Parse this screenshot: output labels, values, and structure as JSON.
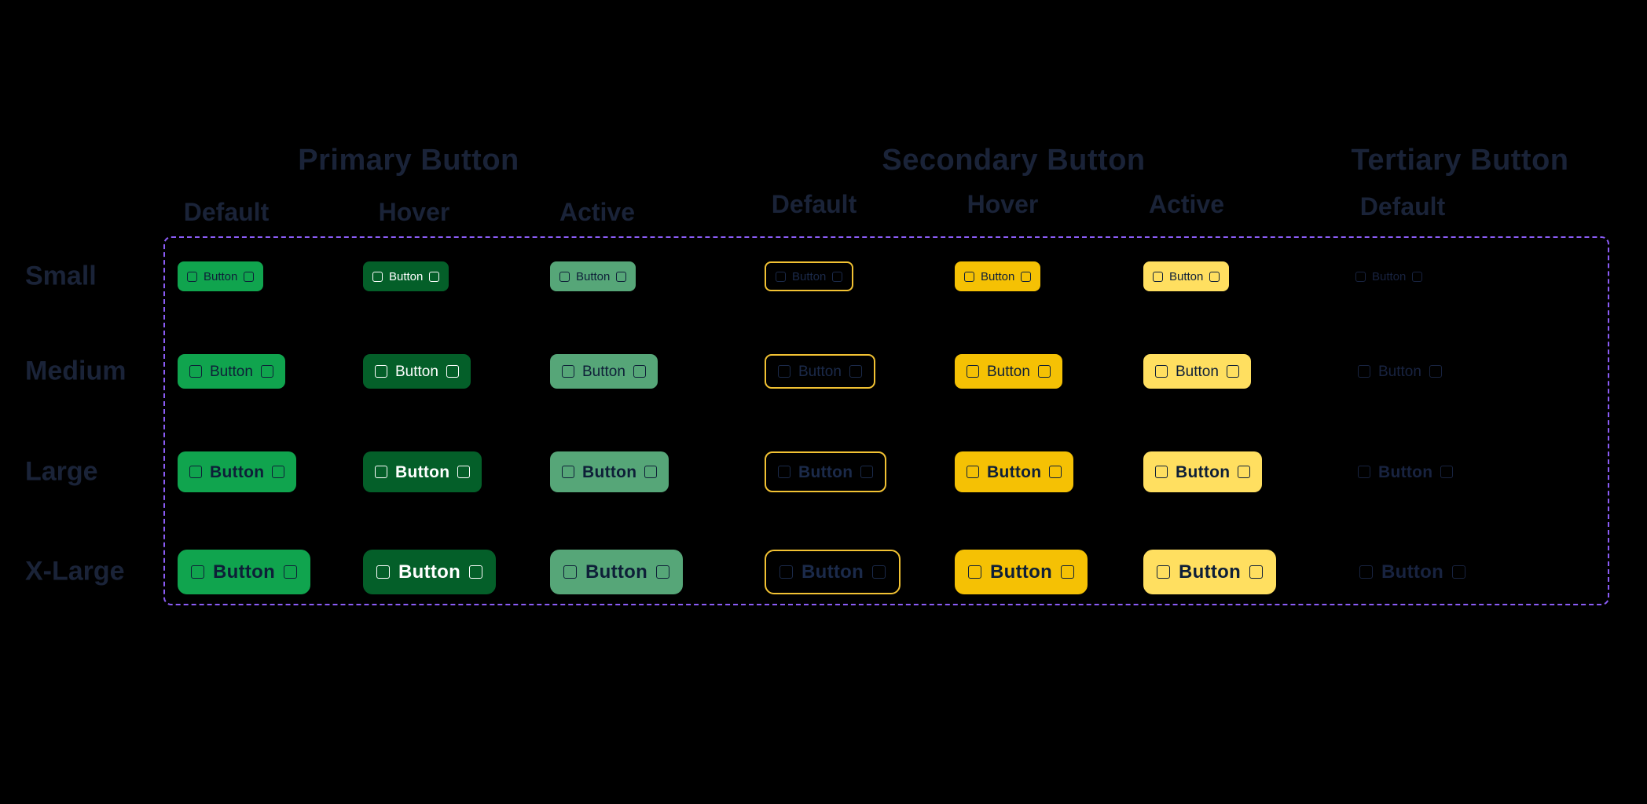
{
  "page": {
    "background": "#000000",
    "description": "Design-system button component sheet on black canvas"
  },
  "groups": [
    {
      "id": "primary",
      "title": "Primary Button",
      "states": [
        {
          "label": "Default",
          "variant": "primary-default"
        },
        {
          "label": "Hover",
          "variant": "primary-hover"
        },
        {
          "label": "Active",
          "variant": "primary-active"
        }
      ]
    },
    {
      "id": "secondary",
      "title": "Secondary Button",
      "states": [
        {
          "label": "Default",
          "variant": "secondary-default"
        },
        {
          "label": "Hover",
          "variant": "secondary-hover"
        },
        {
          "label": "Active",
          "variant": "secondary-active"
        }
      ]
    },
    {
      "id": "tertiary",
      "title": "Tertiary Button",
      "states": [
        {
          "label": "Default",
          "variant": "tertiary-default"
        }
      ]
    }
  ],
  "sizes": [
    {
      "id": "small",
      "label": "Small"
    },
    {
      "id": "medium",
      "label": "Medium"
    },
    {
      "id": "large",
      "label": "Large"
    },
    {
      "id": "xlarge",
      "label": "X-Large"
    }
  ],
  "button": {
    "label": "Button",
    "leading_icon": "placeholder-square-icon",
    "trailing_icon": "placeholder-square-icon"
  },
  "colors": {
    "heading_text": "#1A2338",
    "frame_border": "#8B5CF6",
    "variants": {
      "primary-default": {
        "bg": "#10A44E",
        "text": "#0E1F38",
        "border": null
      },
      "primary-hover": {
        "bg": "#045F29",
        "text": "#FFFFFF",
        "border": null
      },
      "primary-active": {
        "bg": "#56A678",
        "text": "#0E1F38",
        "border": null
      },
      "secondary-default": {
        "bg": null,
        "text": "#1B2A4A",
        "border": "#F2C233"
      },
      "secondary-hover": {
        "bg": "#F5C104",
        "text": "#0E1F38",
        "border": null
      },
      "secondary-active": {
        "bg": "#FFDF60",
        "text": "#0E1F38",
        "border": null
      },
      "tertiary-default": {
        "bg": null,
        "text": "#182340",
        "border": null
      }
    }
  }
}
